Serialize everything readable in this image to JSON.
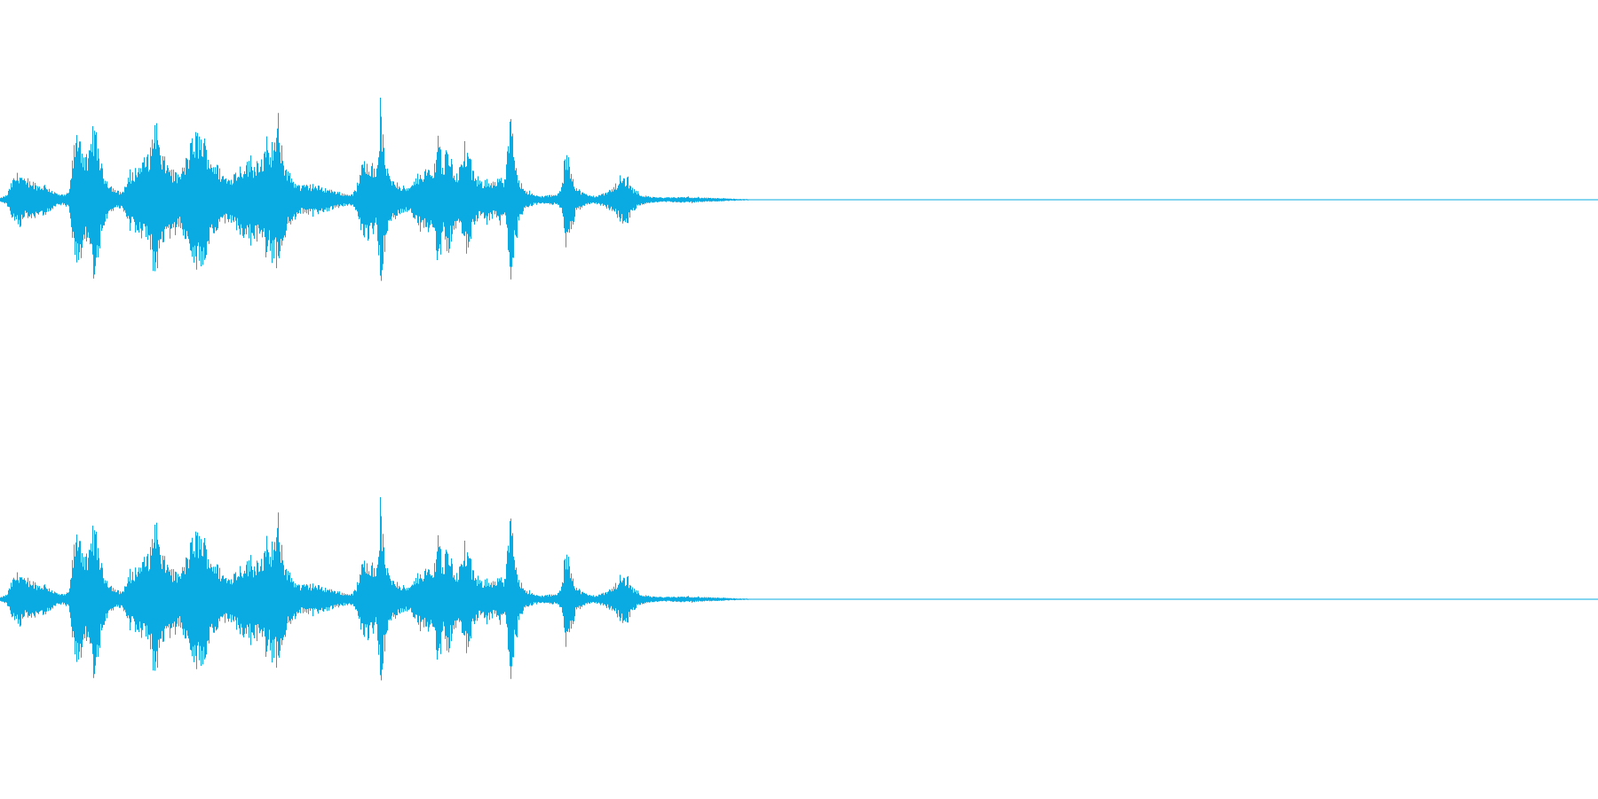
{
  "waveform": {
    "color": "#0aabe2",
    "background": "#ffffff",
    "channel_count": 2,
    "active_fraction": 0.47,
    "envelope": [
      [
        0.0,
        0.02
      ],
      [
        0.004,
        0.05
      ],
      [
        0.008,
        0.22
      ],
      [
        0.012,
        0.3
      ],
      [
        0.016,
        0.18
      ],
      [
        0.02,
        0.2
      ],
      [
        0.024,
        0.15
      ],
      [
        0.028,
        0.16
      ],
      [
        0.032,
        0.1
      ],
      [
        0.036,
        0.06
      ],
      [
        0.04,
        0.05
      ],
      [
        0.043,
        0.08
      ],
      [
        0.046,
        0.55
      ],
      [
        0.049,
        0.78
      ],
      [
        0.052,
        0.5
      ],
      [
        0.055,
        0.42
      ],
      [
        0.058,
        0.8
      ],
      [
        0.061,
        0.6
      ],
      [
        0.064,
        0.3
      ],
      [
        0.068,
        0.18
      ],
      [
        0.072,
        0.1
      ],
      [
        0.076,
        0.08
      ],
      [
        0.08,
        0.22
      ],
      [
        0.084,
        0.32
      ],
      [
        0.088,
        0.38
      ],
      [
        0.091,
        0.45
      ],
      [
        0.094,
        0.52
      ],
      [
        0.097,
        0.92
      ],
      [
        0.1,
        0.48
      ],
      [
        0.104,
        0.4
      ],
      [
        0.108,
        0.3
      ],
      [
        0.112,
        0.25
      ],
      [
        0.116,
        0.42
      ],
      [
        0.119,
        0.58
      ],
      [
        0.122,
        0.7
      ],
      [
        0.125,
        0.68
      ],
      [
        0.128,
        0.62
      ],
      [
        0.131,
        0.45
      ],
      [
        0.134,
        0.4
      ],
      [
        0.138,
        0.3
      ],
      [
        0.142,
        0.22
      ],
      [
        0.146,
        0.28
      ],
      [
        0.15,
        0.35
      ],
      [
        0.154,
        0.4
      ],
      [
        0.158,
        0.38
      ],
      [
        0.162,
        0.45
      ],
      [
        0.166,
        0.5
      ],
      [
        0.17,
        0.52
      ],
      [
        0.174,
        0.75
      ],
      [
        0.177,
        0.45
      ],
      [
        0.18,
        0.3
      ],
      [
        0.184,
        0.2
      ],
      [
        0.188,
        0.14
      ],
      [
        0.192,
        0.16
      ],
      [
        0.196,
        0.15
      ],
      [
        0.2,
        0.14
      ],
      [
        0.204,
        0.12
      ],
      [
        0.208,
        0.1
      ],
      [
        0.212,
        0.08
      ],
      [
        0.216,
        0.06
      ],
      [
        0.22,
        0.06
      ],
      [
        0.223,
        0.12
      ],
      [
        0.226,
        0.35
      ],
      [
        0.229,
        0.45
      ],
      [
        0.232,
        0.4
      ],
      [
        0.235,
        0.28
      ],
      [
        0.238,
        0.95
      ],
      [
        0.241,
        0.35
      ],
      [
        0.244,
        0.25
      ],
      [
        0.248,
        0.18
      ],
      [
        0.252,
        0.14
      ],
      [
        0.256,
        0.12
      ],
      [
        0.259,
        0.2
      ],
      [
        0.262,
        0.28
      ],
      [
        0.265,
        0.3
      ],
      [
        0.268,
        0.32
      ],
      [
        0.271,
        0.28
      ],
      [
        0.274,
        0.78
      ],
      [
        0.277,
        0.32
      ],
      [
        0.28,
        0.6
      ],
      [
        0.283,
        0.35
      ],
      [
        0.286,
        0.28
      ],
      [
        0.289,
        0.42
      ],
      [
        0.292,
        0.55
      ],
      [
        0.295,
        0.32
      ],
      [
        0.298,
        0.22
      ],
      [
        0.301,
        0.18
      ],
      [
        0.304,
        0.22
      ],
      [
        0.307,
        0.2
      ],
      [
        0.31,
        0.18
      ],
      [
        0.313,
        0.22
      ],
      [
        0.316,
        0.2
      ],
      [
        0.319,
        0.9
      ],
      [
        0.322,
        0.45
      ],
      [
        0.325,
        0.2
      ],
      [
        0.328,
        0.12
      ],
      [
        0.332,
        0.06
      ],
      [
        0.336,
        0.04
      ],
      [
        0.34,
        0.04
      ],
      [
        0.344,
        0.05
      ],
      [
        0.348,
        0.05
      ],
      [
        0.351,
        0.12
      ],
      [
        0.354,
        0.48
      ],
      [
        0.357,
        0.35
      ],
      [
        0.36,
        0.14
      ],
      [
        0.364,
        0.08
      ],
      [
        0.368,
        0.05
      ],
      [
        0.372,
        0.04
      ],
      [
        0.376,
        0.06
      ],
      [
        0.38,
        0.08
      ],
      [
        0.384,
        0.14
      ],
      [
        0.387,
        0.2
      ],
      [
        0.39,
        0.24
      ],
      [
        0.393,
        0.2
      ],
      [
        0.396,
        0.12
      ],
      [
        0.4,
        0.06
      ],
      [
        0.404,
        0.04
      ],
      [
        0.408,
        0.03
      ],
      [
        0.412,
        0.025
      ],
      [
        0.42,
        0.025
      ],
      [
        0.428,
        0.03
      ],
      [
        0.436,
        0.025
      ],
      [
        0.444,
        0.02
      ],
      [
        0.452,
        0.015
      ],
      [
        0.46,
        0.01
      ],
      [
        0.468,
        0.006
      ],
      [
        0.47,
        0.0
      ]
    ]
  }
}
